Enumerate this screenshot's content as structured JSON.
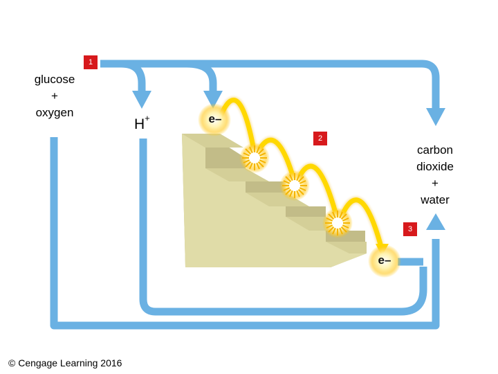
{
  "diagram": {
    "reactants": {
      "line1": "glucose",
      "plus": "+",
      "line2": "oxygen"
    },
    "products": {
      "line1": "carbon",
      "line2": "dioxide",
      "plus": "+",
      "line3": "water"
    },
    "proton": {
      "base": "H",
      "charge": "+"
    },
    "electron_top": "e–",
    "electron_bottom": "e–",
    "steps": [
      "1",
      "2",
      "3"
    ],
    "copyright": "© Cengage Learning 2016",
    "colors": {
      "arrow": "#6ab1e3",
      "stairs_front": "#e0dca8",
      "stairs_side": "#c2bc88",
      "stairs_tread": "#d4cf98",
      "electron_path": "#ffd800",
      "badge": "#d7191c"
    }
  }
}
